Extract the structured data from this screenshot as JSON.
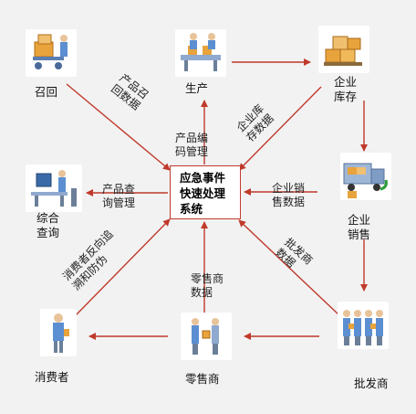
{
  "center": {
    "title": "应急事件\n快速处理\n系统"
  },
  "nodes": {
    "recall": "召回",
    "production": "生产",
    "enterprise_inventory": "企业\n库存",
    "enterprise_sales": "企业\n销售",
    "wholesaler": "批发商",
    "retailer": "零售商",
    "consumer": "消费者",
    "integrated_query": "综合\n查询"
  },
  "edges": {
    "recall_data": "产品召\n回数据",
    "product_code_mgmt": "产品编\n码管理",
    "inventory_data": "企业库\n存数据",
    "sales_data": "企业销\n售数据",
    "wholesale_data": "批发商\n数据",
    "retail_data": "零售商\n数据",
    "consumer_tracing": "消费者反向追\n溯和防伪",
    "product_query_mgmt": "产品查\n询管理"
  },
  "colors": {
    "arrow": "#c0392b",
    "box_border": "#c0392b"
  },
  "icons": [
    "recall-icon",
    "production-icon",
    "warehouse-icon",
    "delivery-truck-icon",
    "wholesaler-people-icon",
    "retailer-people-icon",
    "consumer-person-icon",
    "computer-desk-icon"
  ]
}
